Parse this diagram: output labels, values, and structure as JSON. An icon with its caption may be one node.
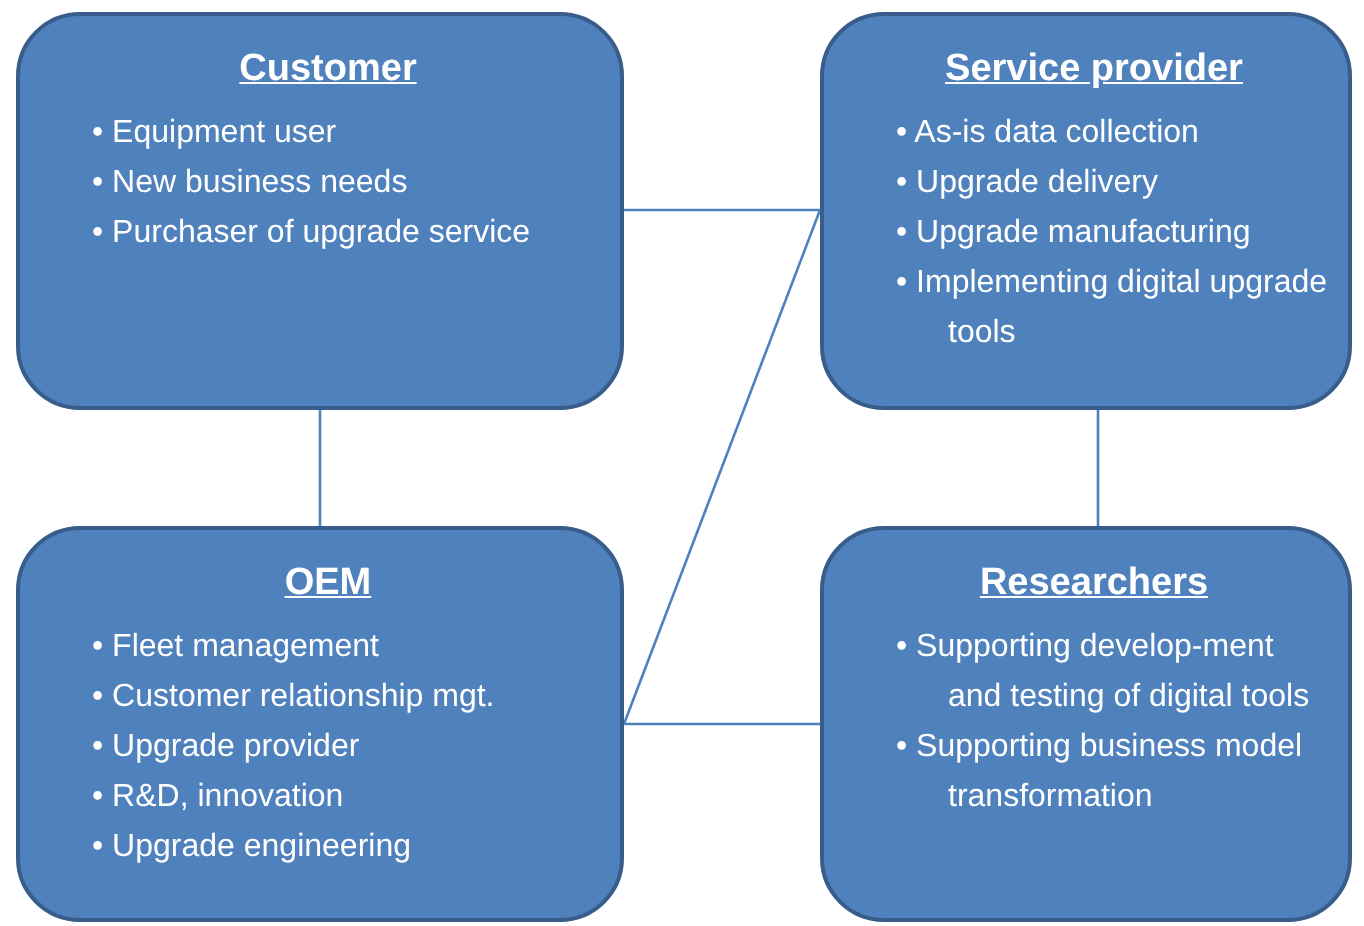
{
  "diagram": {
    "nodes": [
      {
        "text": [
          "Customer",
          "• Equipment user",
          "• New business needs",
          "• Purchaser of upgrade service"
        ]
      },
      {
        "text": [
          "Service provider",
          "• As-is data collection",
          "• Upgrade delivery",
          "• Upgrade manufacturing",
          "• Implementing digital upgrade tools"
        ]
      },
      {
        "text": [
          "OEM",
          "• Fleet management",
          "• Customer relationship mgt.",
          "• Upgrade provider",
          "• R&D, innovation",
          "• Upgrade engineering"
        ]
      },
      {
        "text": [
          "Researchers",
          "• Supporting develop-ment and testing of digital tools",
          "• Supporting business model transformation"
        ]
      }
    ],
    "edges": [
      {
        "from": 0,
        "to": 1,
        "arrow": "none"
      },
      {
        "from": 0,
        "to": 2,
        "arrow": "none"
      },
      {
        "from": 1,
        "to": 3,
        "arrow": "none"
      },
      {
        "from": 2,
        "to": 1,
        "arrow": "none"
      },
      {
        "from": 2,
        "to": 3,
        "arrow": "none"
      }
    ]
  }
}
